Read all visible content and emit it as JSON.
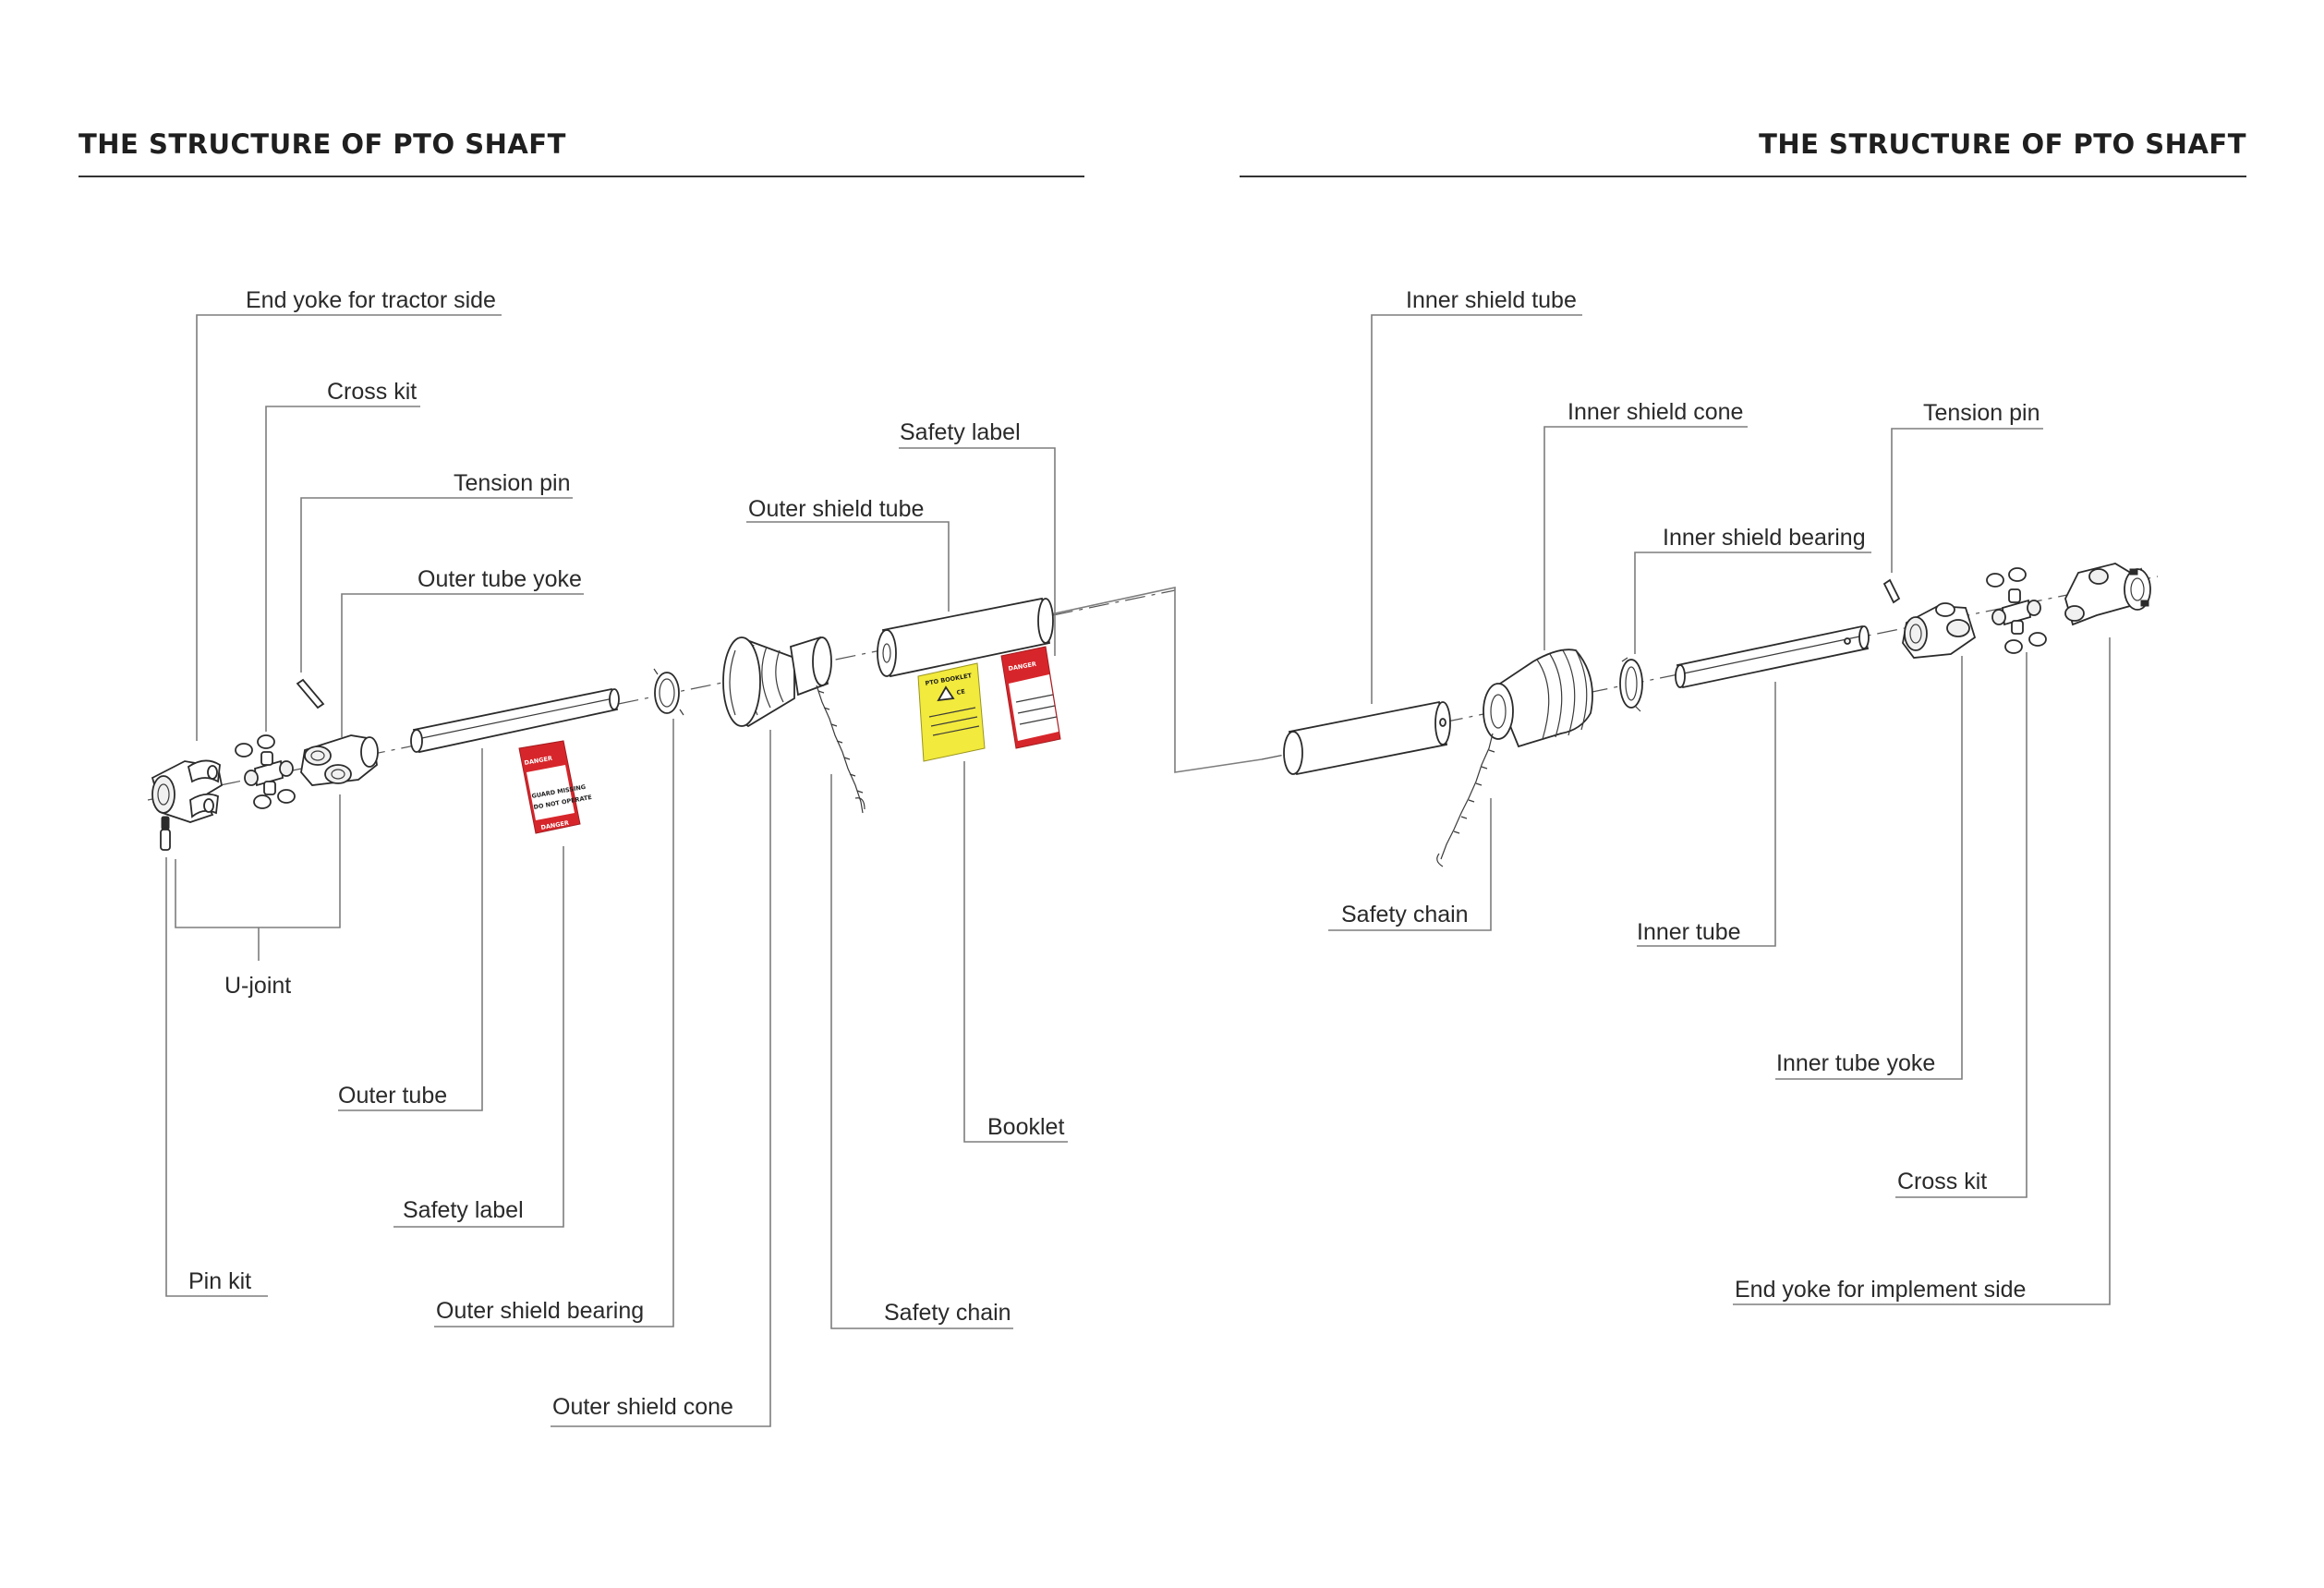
{
  "headings": {
    "left": "THE STRUCTURE OF PTO SHAFT",
    "right": "THE STRUCTURE OF PTO SHAFT"
  },
  "labels": {
    "end_yoke_tractor": "End yoke for tractor side",
    "cross_kit_left": "Cross kit",
    "tension_pin_left": "Tension pin",
    "outer_tube_yoke": "Outer tube yoke",
    "safety_label_top": "Safety label",
    "outer_shield_tube": "Outer shield tube",
    "u_joint": "U-joint",
    "outer_tube": "Outer tube",
    "safety_label_bottom": "Safety label",
    "pin_kit": "Pin kit",
    "outer_shield_bearing": "Outer shield bearing",
    "outer_shield_cone": "Outer shield cone",
    "safety_chain_left": "Safety chain",
    "booklet": "Booklet",
    "inner_shield_tube": "Inner shield tube",
    "inner_shield_cone": "Inner shield cone",
    "tension_pin_right": "Tension pin",
    "inner_shield_bearing": "Inner shield bearing",
    "safety_chain_right": "Safety chain",
    "inner_tube": "Inner tube",
    "inner_tube_yoke": "Inner tube yoke",
    "cross_kit_right": "Cross kit",
    "end_yoke_implement": "End yoke for implement side"
  },
  "stickers": {
    "danger": "DANGER",
    "guard_missing": "GUARD MISSING",
    "do_not_operate": "DO NOT OPERATE",
    "booklet_title": "PTO BOOKLET",
    "ce_mark": "CE"
  },
  "icons": [
    "warning-triangle-icon",
    "ce-mark-icon"
  ],
  "colors": {
    "danger_red": "#d7262b",
    "booklet_yellow": "#f2ea3c",
    "line_gray": "#7d7d7d",
    "ink": "#2b2b2b"
  }
}
